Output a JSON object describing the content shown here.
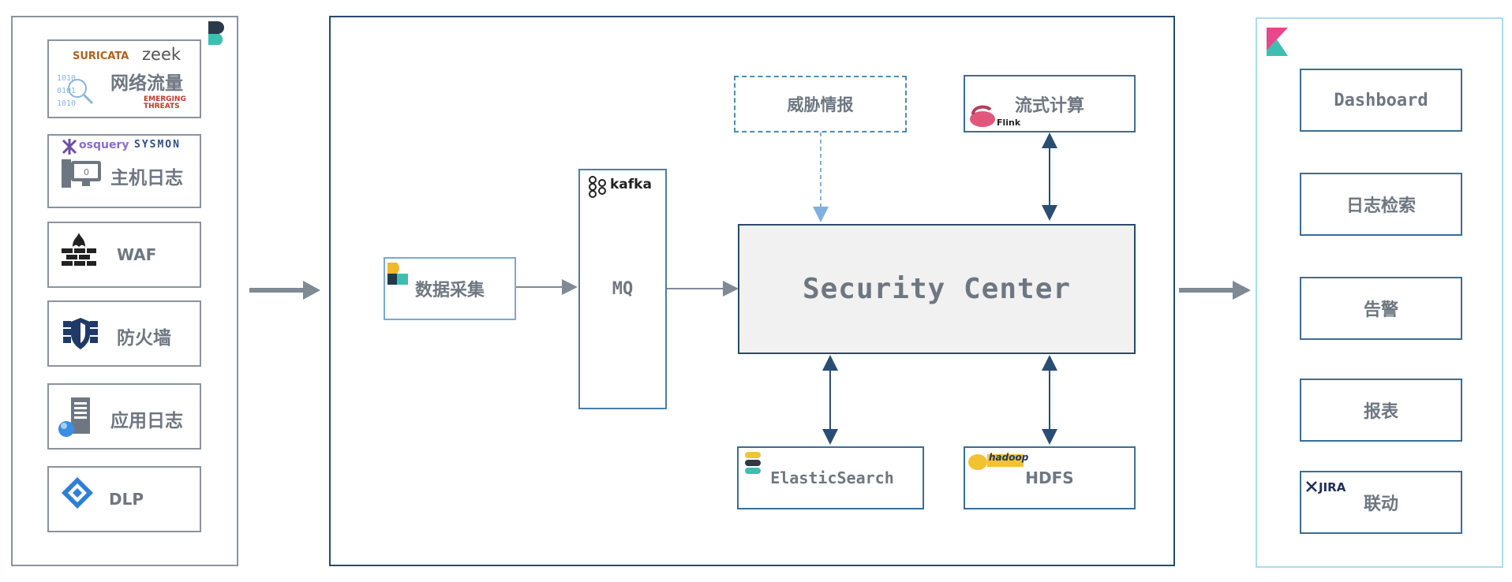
{
  "sources": [
    {
      "id": "network",
      "label": "网络流量",
      "logos": [
        "SURICATA",
        "zeek",
        "EMERGING",
        "THREATS"
      ]
    },
    {
      "id": "host",
      "label": "主机日志",
      "logos": [
        "osquery",
        "SYSMON"
      ]
    },
    {
      "id": "waf",
      "label": "WAF"
    },
    {
      "id": "firewall",
      "label": "防火墙"
    },
    {
      "id": "applog",
      "label": "应用日志"
    },
    {
      "id": "dlp",
      "label": "DLP"
    }
  ],
  "pipeline": {
    "collector": "数据采集",
    "mq_brand": "kafka",
    "mq": "MQ",
    "threat_intel": "威胁情报",
    "stream": "流式计算",
    "stream_brand": "Flink",
    "center": "Security Center",
    "es": "ElasticSearch",
    "hdfs": "HDFS",
    "hadoop_brand": "hadoop"
  },
  "outputs": [
    {
      "id": "dashboard",
      "label": "Dashboard"
    },
    {
      "id": "log-search",
      "label": "日志检索"
    },
    {
      "id": "alert",
      "label": "告警"
    },
    {
      "id": "report",
      "label": "报表"
    },
    {
      "id": "linkage",
      "label": "联动",
      "brand": "JIRA"
    }
  ],
  "colors": {
    "box_gray": "#8a939d",
    "navy": "#274a6e",
    "light_blue": "#a9ddf0",
    "text": "#6e7781",
    "center_fill": "#f1f1f1"
  }
}
